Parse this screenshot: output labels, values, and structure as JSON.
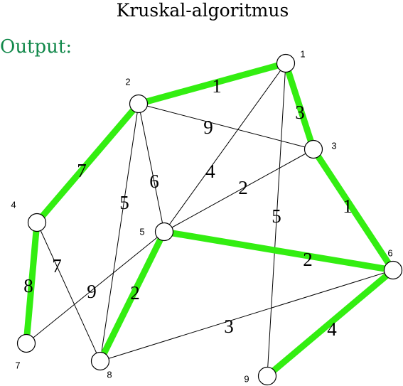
{
  "title": "Kruskal-algoritmus",
  "output_label": "Output:",
  "colors": {
    "mst": "#33ee11",
    "output_text": "#11884a",
    "edge": "#000000"
  },
  "nodes": [
    {
      "id": "1",
      "label": "1"
    },
    {
      "id": "2",
      "label": "2"
    },
    {
      "id": "3",
      "label": "3"
    },
    {
      "id": "4",
      "label": "4"
    },
    {
      "id": "5",
      "label": "5"
    },
    {
      "id": "6",
      "label": "6"
    },
    {
      "id": "7",
      "label": "7"
    },
    {
      "id": "8",
      "label": "8"
    },
    {
      "id": "9",
      "label": "9"
    }
  ],
  "edges": [
    {
      "from": "2",
      "to": "1",
      "weight": "1",
      "in_mst": true
    },
    {
      "from": "1",
      "to": "3",
      "weight": "3",
      "in_mst": true
    },
    {
      "from": "3",
      "to": "6",
      "weight": "1",
      "in_mst": true
    },
    {
      "from": "2",
      "to": "4",
      "weight": "7",
      "in_mst": true
    },
    {
      "from": "4",
      "to": "7",
      "weight": "8",
      "in_mst": true
    },
    {
      "from": "5",
      "to": "6",
      "weight": "2",
      "in_mst": true
    },
    {
      "from": "5",
      "to": "8",
      "weight": "2",
      "in_mst": true
    },
    {
      "from": "6",
      "to": "9",
      "weight": "4",
      "in_mst": true
    },
    {
      "from": "2",
      "to": "3",
      "weight": "9",
      "in_mst": false
    },
    {
      "from": "2",
      "to": "5",
      "weight": "6",
      "in_mst": false
    },
    {
      "from": "2",
      "to": "8",
      "weight": "5",
      "in_mst": false
    },
    {
      "from": "1",
      "to": "5",
      "weight": "4",
      "in_mst": false
    },
    {
      "from": "3",
      "to": "5",
      "weight": "2",
      "in_mst": false
    },
    {
      "from": "1",
      "to": "9",
      "weight": "5",
      "in_mst": false
    },
    {
      "from": "4",
      "to": "8",
      "weight": "7",
      "in_mst": false
    },
    {
      "from": "5",
      "to": "7",
      "weight": "9",
      "in_mst": false
    },
    {
      "from": "8",
      "to": "6",
      "weight": "3",
      "in_mst": false
    }
  ]
}
